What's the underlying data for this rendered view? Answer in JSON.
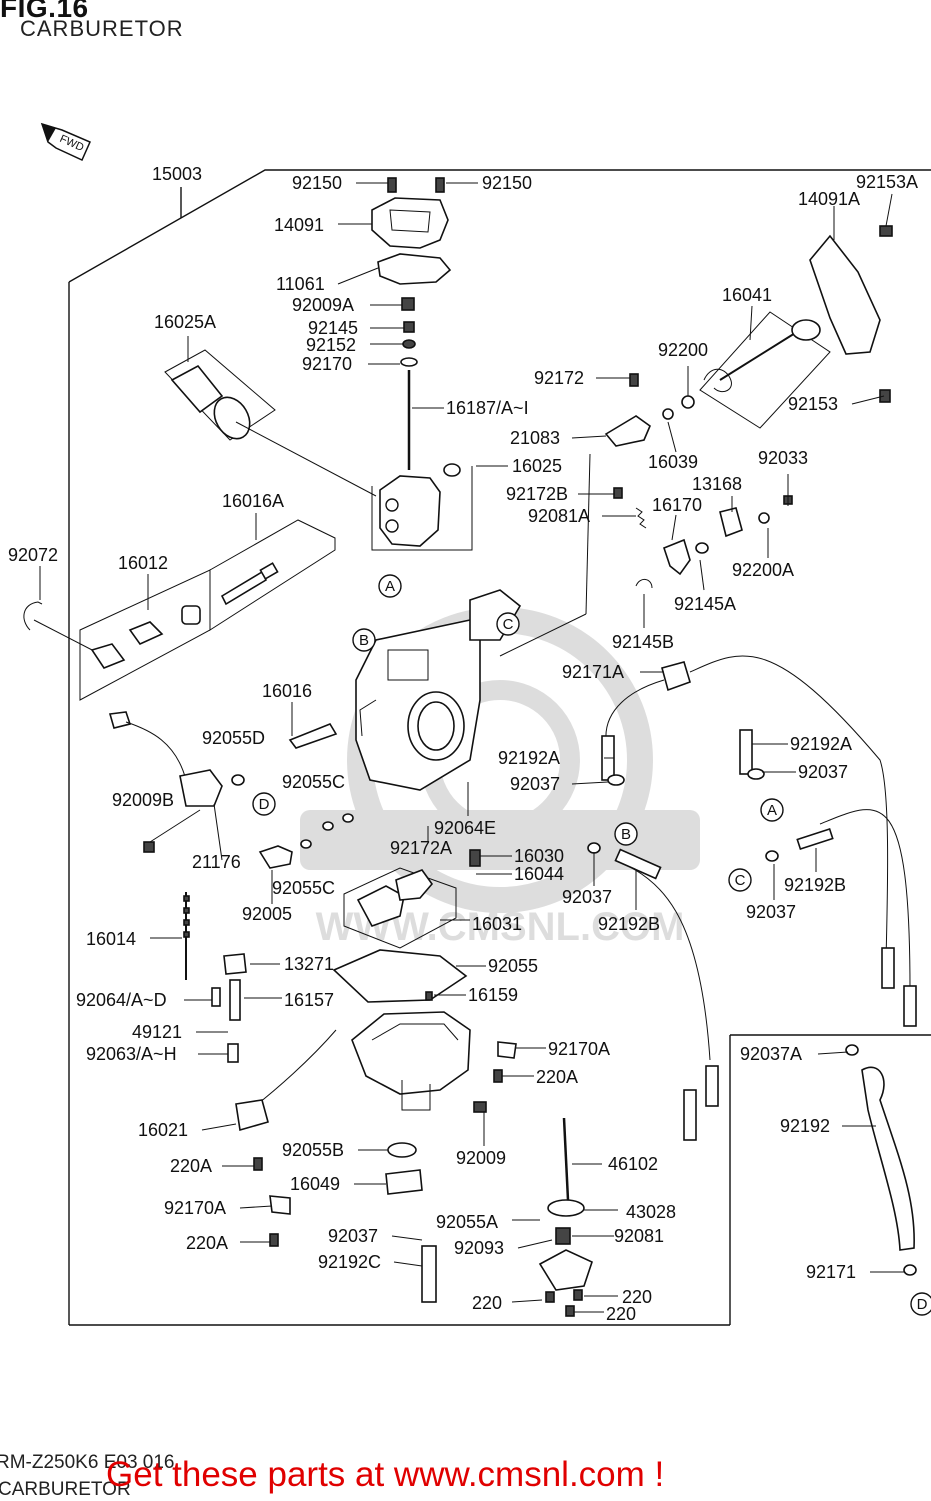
{
  "figure": {
    "title": "FIG.16",
    "subtitle": "CARBURETOR",
    "direction_tag": "FWD"
  },
  "callouts": {
    "circle_a": "A",
    "circle_b": "B",
    "circle_c": "C",
    "circle_d": "D"
  },
  "parts": [
    {
      "key": "p15003",
      "text": "15003"
    },
    {
      "key": "p92150a",
      "text": "92150"
    },
    {
      "key": "p92150b",
      "text": "92150"
    },
    {
      "key": "p14091",
      "text": "14091"
    },
    {
      "key": "p11061",
      "text": "11061"
    },
    {
      "key": "p92009A",
      "text": "92009A"
    },
    {
      "key": "p92145",
      "text": "92145"
    },
    {
      "key": "p92152",
      "text": "92152"
    },
    {
      "key": "p92170",
      "text": "92170"
    },
    {
      "key": "p16187",
      "text": "16187/A~I"
    },
    {
      "key": "p16025",
      "text": "16025"
    },
    {
      "key": "p16025A",
      "text": "16025A"
    },
    {
      "key": "p16016A",
      "text": "16016A"
    },
    {
      "key": "p16012",
      "text": "16012"
    },
    {
      "key": "p92072",
      "text": "92072"
    },
    {
      "key": "p16016",
      "text": "16016"
    },
    {
      "key": "p92055D",
      "text": "92055D"
    },
    {
      "key": "p92009B",
      "text": "92009B"
    },
    {
      "key": "p21176",
      "text": "21176"
    },
    {
      "key": "p92055Ca",
      "text": "92055C"
    },
    {
      "key": "p92055Cb",
      "text": "92055C"
    },
    {
      "key": "p92005",
      "text": "92005"
    },
    {
      "key": "p16014",
      "text": "16014"
    },
    {
      "key": "p13271",
      "text": "13271"
    },
    {
      "key": "p92064AD",
      "text": "92064/A~D"
    },
    {
      "key": "p16157",
      "text": "16157"
    },
    {
      "key": "p49121",
      "text": "49121"
    },
    {
      "key": "p92063AH",
      "text": "92063/A~H"
    },
    {
      "key": "p16021",
      "text": "16021"
    },
    {
      "key": "p220Aa",
      "text": "220A"
    },
    {
      "key": "p92170Aa",
      "text": "92170A"
    },
    {
      "key": "p220Ab",
      "text": "220A"
    },
    {
      "key": "p92055B",
      "text": "92055B"
    },
    {
      "key": "p16049",
      "text": "16049"
    },
    {
      "key": "p92037a",
      "text": "92037"
    },
    {
      "key": "p92192C",
      "text": "92192C"
    },
    {
      "key": "p92009",
      "text": "92009"
    },
    {
      "key": "p92055A",
      "text": "92055A"
    },
    {
      "key": "p92093",
      "text": "92093"
    },
    {
      "key": "p220a",
      "text": "220"
    },
    {
      "key": "p220b",
      "text": "220"
    },
    {
      "key": "p220c",
      "text": "220"
    },
    {
      "key": "p46102",
      "text": "46102"
    },
    {
      "key": "p43028",
      "text": "43028"
    },
    {
      "key": "p92081",
      "text": "92081"
    },
    {
      "key": "p92170Ab",
      "text": "92170A"
    },
    {
      "key": "p220Ac",
      "text": "220A"
    },
    {
      "key": "p92055",
      "text": "92055"
    },
    {
      "key": "p16159",
      "text": "16159"
    },
    {
      "key": "p16031",
      "text": "16031"
    },
    {
      "key": "p16030",
      "text": "16030"
    },
    {
      "key": "p16044",
      "text": "16044"
    },
    {
      "key": "p92064E",
      "text": "92064E"
    },
    {
      "key": "p92172A",
      "text": "92172A"
    },
    {
      "key": "p92037b",
      "text": "92037"
    },
    {
      "key": "p92192Ba",
      "text": "92192B"
    },
    {
      "key": "p92192Aa",
      "text": "92192A"
    },
    {
      "key": "p92037c",
      "text": "92037"
    },
    {
      "key": "p92171A",
      "text": "92171A"
    },
    {
      "key": "p92145B",
      "text": "92145B"
    },
    {
      "key": "p92145A",
      "text": "92145A"
    },
    {
      "key": "p92200A",
      "text": "92200A"
    },
    {
      "key": "p92033",
      "text": "92033"
    },
    {
      "key": "p13168",
      "text": "13168"
    },
    {
      "key": "p16170",
      "text": "16170"
    },
    {
      "key": "p92172B",
      "text": "92172B"
    },
    {
      "key": "p92081A",
      "text": "92081A"
    },
    {
      "key": "p21083",
      "text": "21083"
    },
    {
      "key": "p16039",
      "text": "16039"
    },
    {
      "key": "p92172",
      "text": "92172"
    },
    {
      "key": "p92200",
      "text": "92200"
    },
    {
      "key": "p16041",
      "text": "16041"
    },
    {
      "key": "p92153",
      "text": "92153"
    },
    {
      "key": "p14091A",
      "text": "14091A"
    },
    {
      "key": "p92153A",
      "text": "92153A"
    },
    {
      "key": "p92192Ab",
      "text": "92192A"
    },
    {
      "key": "p92037d",
      "text": "92037"
    },
    {
      "key": "p92192Bb",
      "text": "92192B"
    },
    {
      "key": "p92037e",
      "text": "92037"
    },
    {
      "key": "p92037A",
      "text": "92037A"
    },
    {
      "key": "p92192",
      "text": "92192"
    },
    {
      "key": "p92171",
      "text": "92171"
    }
  ],
  "watermark": {
    "url": "WWW.CMSNL.COM"
  },
  "footer": {
    "diagram_code": "RM-Z250K6 E03 016",
    "section_name": "CARBURETOR",
    "cta": "Get these parts at www.cmsnl.com !"
  }
}
